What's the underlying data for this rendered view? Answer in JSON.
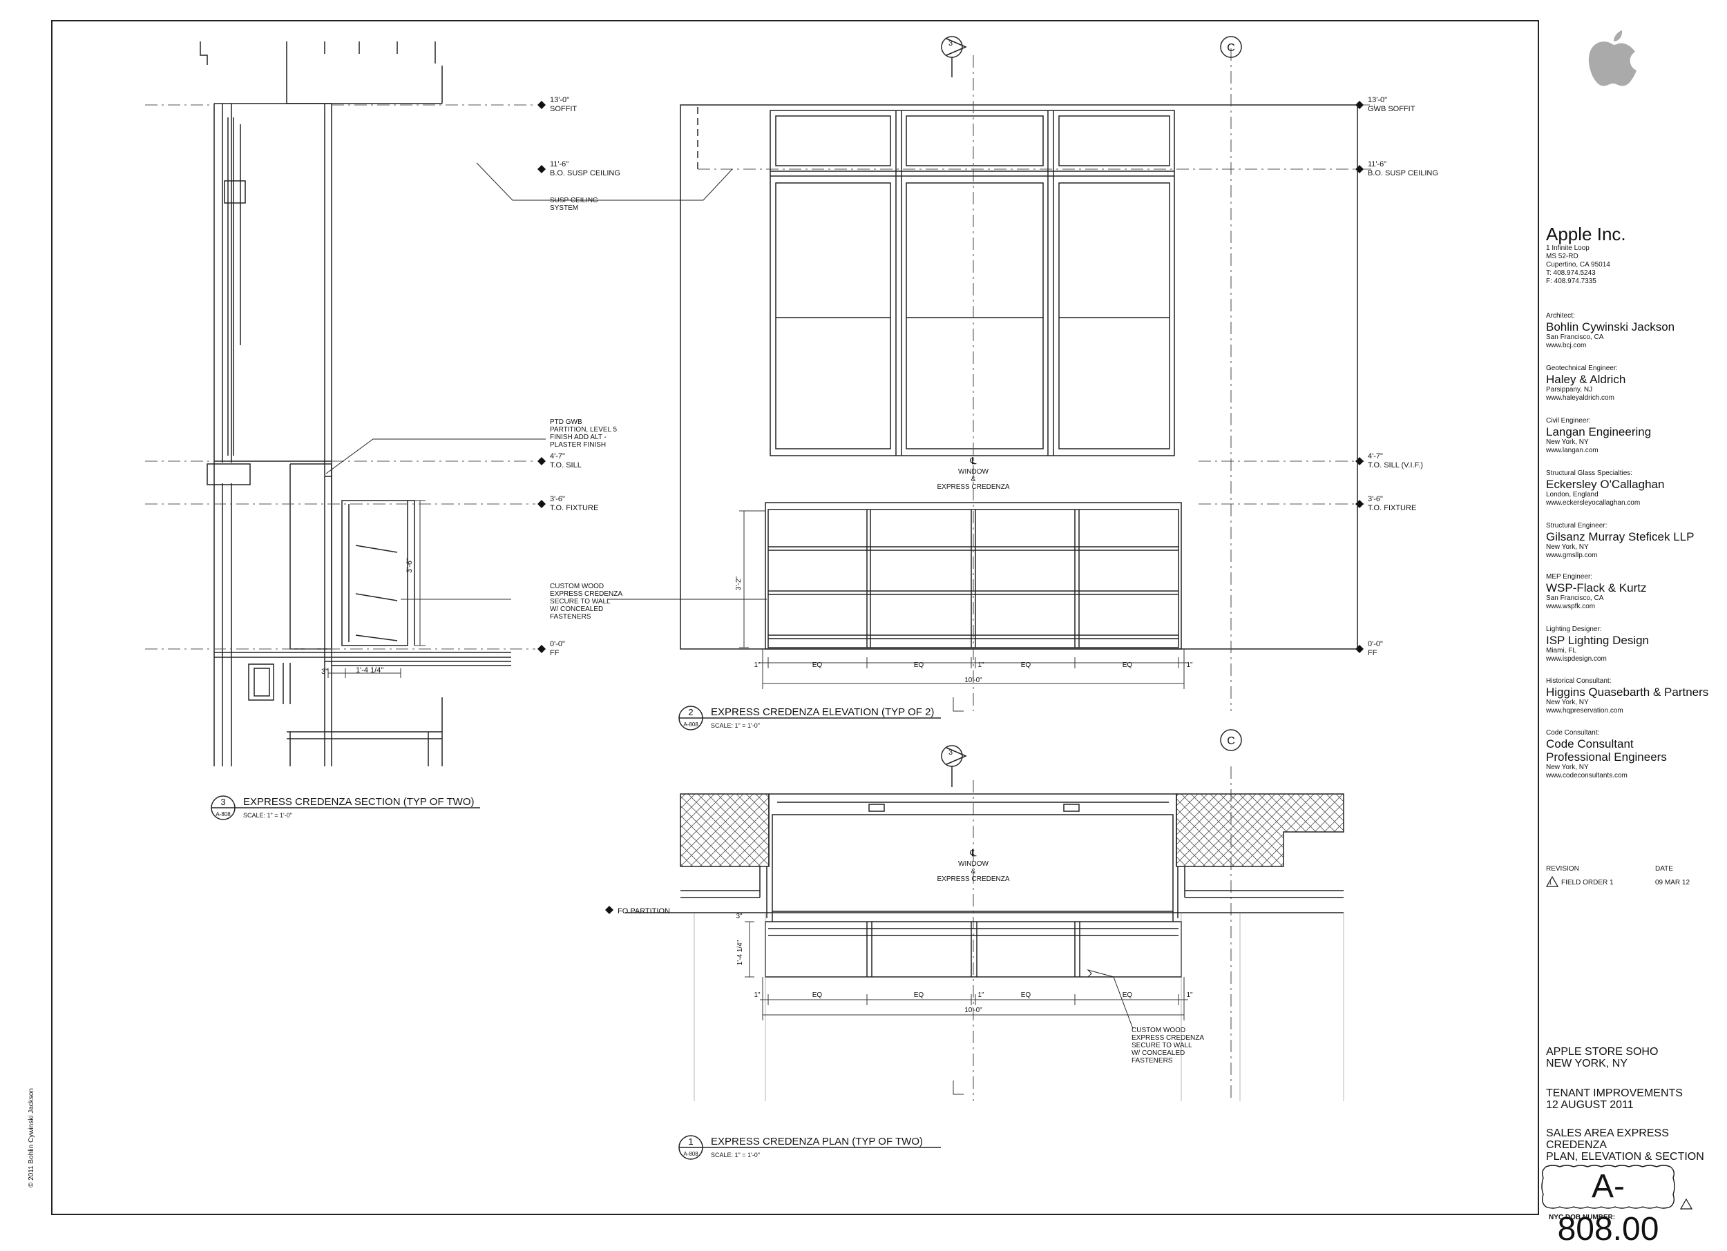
{
  "drawing": {
    "grid_bubble_c": "C",
    "elev_labels": {
      "soffit_left": [
        "13'-0\"",
        "SOFFIT"
      ],
      "ceiling_left": [
        "11'-6\"",
        "B.O. SUSP CEILING"
      ],
      "sill_left": [
        "4'-7\"",
        "T.O. SILL"
      ],
      "fixture_left": [
        "3'-6\"",
        "T.O. FIXTURE"
      ],
      "ff_left": [
        "0'-0\"",
        "FF"
      ],
      "soffit_right": [
        "13'-0\"",
        "GWB SOFFIT"
      ],
      "ceiling_right": [
        "11'-6\"",
        "B.O. SUSP CEILING"
      ],
      "sill_right": [
        "4'-7\"",
        "T.O. SILL (V.I.F.)"
      ],
      "fixture_right": [
        "3'-6\"",
        "T.O. FIXTURE"
      ],
      "ff_right": [
        "0'-0\"",
        "FF"
      ],
      "fo_partition": "FO PARTITION"
    },
    "notes": {
      "susp_ceiling": [
        "SUSP CEILING",
        "SYSTEM"
      ],
      "ptd_gwb": [
        "PTD GWB",
        "PARTITION, LEVEL 5",
        "FINISH ADD ALT -",
        "PLASTER FINISH"
      ],
      "custom_wood": [
        "CUSTOM WOOD",
        "EXPRESS CREDENZA",
        "SECURE TO WALL",
        "W/ CONCEALED",
        "FASTENERS"
      ],
      "custom_wood_plan": [
        "CUSTOM WOOD",
        "EXPRESS CREDENZA",
        "SECURE TO WALL",
        "W/ CONCEALED",
        "FASTENERS"
      ],
      "centerline": [
        "℄",
        "WINDOW",
        "&",
        "EXPRESS CREDENZA"
      ]
    },
    "dims": {
      "height_section": "3'-6\"",
      "three_in": "3\"",
      "depth_section": "1'-4 1/4\"",
      "height_elev": "3'-2\"",
      "one_in": "1\"",
      "eq": "EQ",
      "overall": "10'-0\"",
      "depth_plan": "1'-4 1/4\"",
      "plan_3in": "3\""
    },
    "section_marker": "3",
    "titles": [
      {
        "num": "3",
        "sheet": "A-808",
        "title": "EXPRESS CREDENZA SECTION (TYP OF TWO)",
        "scale": "SCALE:  1\" = 1'-0\""
      },
      {
        "num": "2",
        "sheet": "A-808",
        "title": "EXPRESS CREDENZA ELEVATION (TYP OF 2)",
        "scale": "SCALE:  1\" = 1'-0\""
      },
      {
        "num": "1",
        "sheet": "A-808",
        "title": "EXPRESS CREDENZA PLAN (TYP OF TWO)",
        "scale": "SCALE:  1\" = 1'-0\""
      }
    ]
  },
  "titleblock": {
    "client": {
      "name": "Apple Inc.",
      "lines": [
        "1 Infinite Loop",
        "MS 52-RD",
        "Cupertino, CA 95014",
        "T: 408.974.5243",
        "F: 408.974.7335"
      ]
    },
    "consultants": [
      {
        "role": "Architect:",
        "name": "Bohlin Cywinski Jackson",
        "lines": [
          "San Francisco, CA",
          "www.bcj.com"
        ]
      },
      {
        "role": "Geotechnical Engineer:",
        "name": "Haley & Aldrich",
        "lines": [
          "Parsippany, NJ",
          "www.haleyaldrich.com"
        ]
      },
      {
        "role": "Civil Engineer:",
        "name": "Langan Engineering",
        "lines": [
          "New York, NY",
          "www.langan.com"
        ]
      },
      {
        "role": "Structural Glass Specialties:",
        "name": "Eckersley O'Callaghan",
        "lines": [
          "London, England",
          "www.eckersleyocallaghan.com"
        ]
      },
      {
        "role": "Structural Engineer:",
        "name": "Gilsanz Murray Steficek LLP",
        "lines": [
          "New York, NY",
          "www.gmsllp.com"
        ]
      },
      {
        "role": "MEP Engineer:",
        "name": "WSP-Flack & Kurtz",
        "lines": [
          "San Francisco, CA",
          "www.wspfk.com"
        ]
      },
      {
        "role": "Lighting Designer:",
        "name": "ISP Lighting Design",
        "lines": [
          "Miami, FL",
          "www.ispdesign.com"
        ]
      },
      {
        "role": "Historical Consultant:",
        "name": "Higgins Quasebarth & Partners",
        "lines": [
          "New York, NY",
          "www.hqpreservation.com"
        ]
      },
      {
        "role": "Code Consultant:",
        "name": "Code Consultant Professional Engineers",
        "lines": [
          "New York, NY",
          "www.codeconsultants.com"
        ]
      }
    ],
    "revision_header": "REVISION",
    "date_header": "DATE",
    "revision": "FIELD ORDER 1",
    "revision_date": "09 MAR 12",
    "revision_tag": "1",
    "project": [
      "APPLE STORE SOHO",
      "NEW YORK, NY"
    ],
    "phase": [
      "TENANT IMPROVEMENTS",
      "12 AUGUST 2011"
    ],
    "sheet_title": [
      "SALES AREA EXPRESS CREDENZA",
      "PLAN, ELEVATION & SECTION"
    ],
    "sheet_number": "A-808.00",
    "dob": "NYC DOB NUMBER:",
    "copyright": "© 2011 Bohlin Cywinski Jackson"
  }
}
